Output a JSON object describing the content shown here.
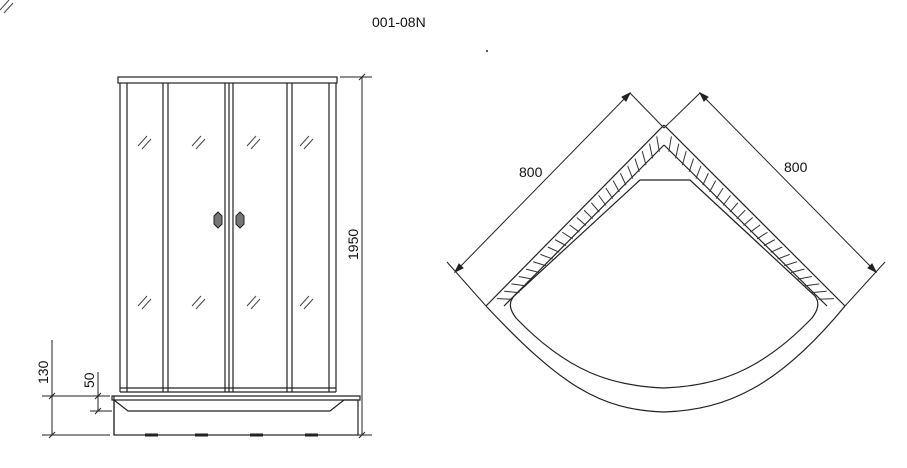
{
  "title": "001-08N",
  "front_view": {
    "dimension_height": "1950",
    "dimension_tray": "130",
    "dimension_base": "50"
  },
  "top_view": {
    "dimension_left": "800",
    "dimension_right": "800"
  },
  "colors": {
    "line": "#222222",
    "hatch": "#333333"
  }
}
